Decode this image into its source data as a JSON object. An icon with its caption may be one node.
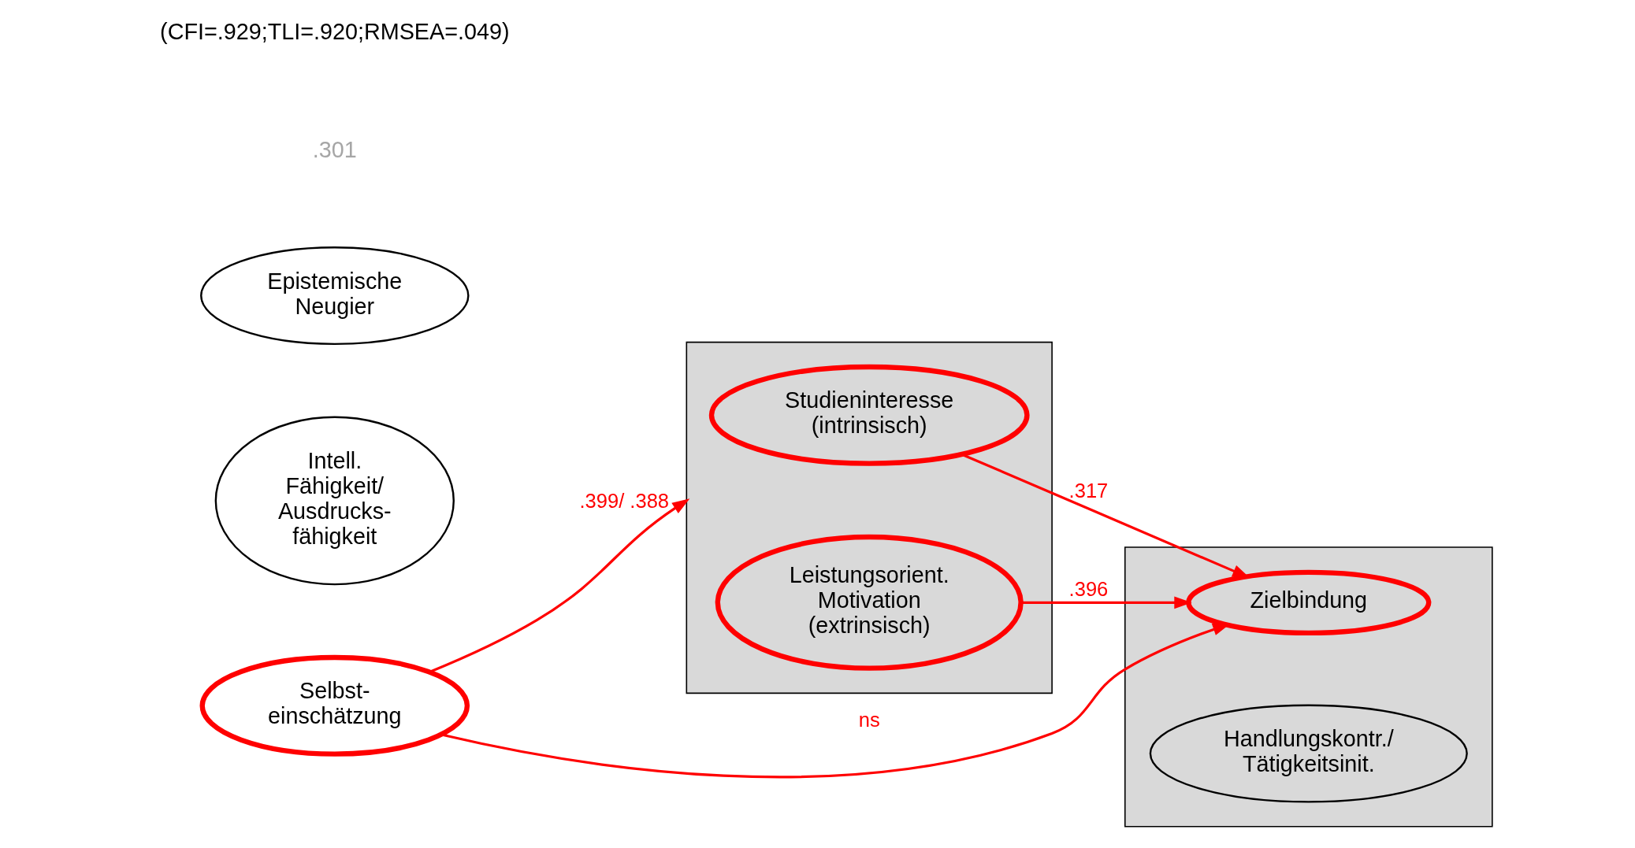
{
  "diagram": {
    "nodes": [
      {
        "text": [
          "Selbst- einschätzung"
        ]
      },
      {
        "text": [
          "Intell. Fähigkeit/ Ausdrucks- fähigkeit"
        ]
      },
      {
        "text": [
          "Epistemische Neugier"
        ]
      },
      {
        "text": [],
        "shape": "box"
      },
      {
        "text": [
          "Studieninteresse (intrinsisch)"
        ],
        "in": 3
      },
      {
        "text": [
          "Leistungsorient. Motivation (extrinsisch)"
        ],
        "in": 3
      },
      {
        "text": [],
        "shape": "box"
      },
      {
        "text": [
          "Zielbindung"
        ],
        "in": 6
      },
      {
        "text": [
          "Handlungskontr./ Tätigkeitsinit."
        ],
        "in": 6
      }
    ],
    "edges": [
      {
        "from": 0,
        "to": 3,
        "arrow": "to",
        "label": ".399/ .388"
      },
      {
        "from": 0,
        "to": 7,
        "arrow": "to",
        "label": "ns"
      },
      {
        "from": 4,
        "to": 7,
        "arrow": "to",
        "label": ".317"
      },
      {
        "from": 5,
        "to": 7,
        "arrow": "to",
        "label": ".396"
      }
    ],
    "labels": [
      ".301",
      "(CFI=.929;TLI=.920;RMSEA=.049)"
    ]
  }
}
